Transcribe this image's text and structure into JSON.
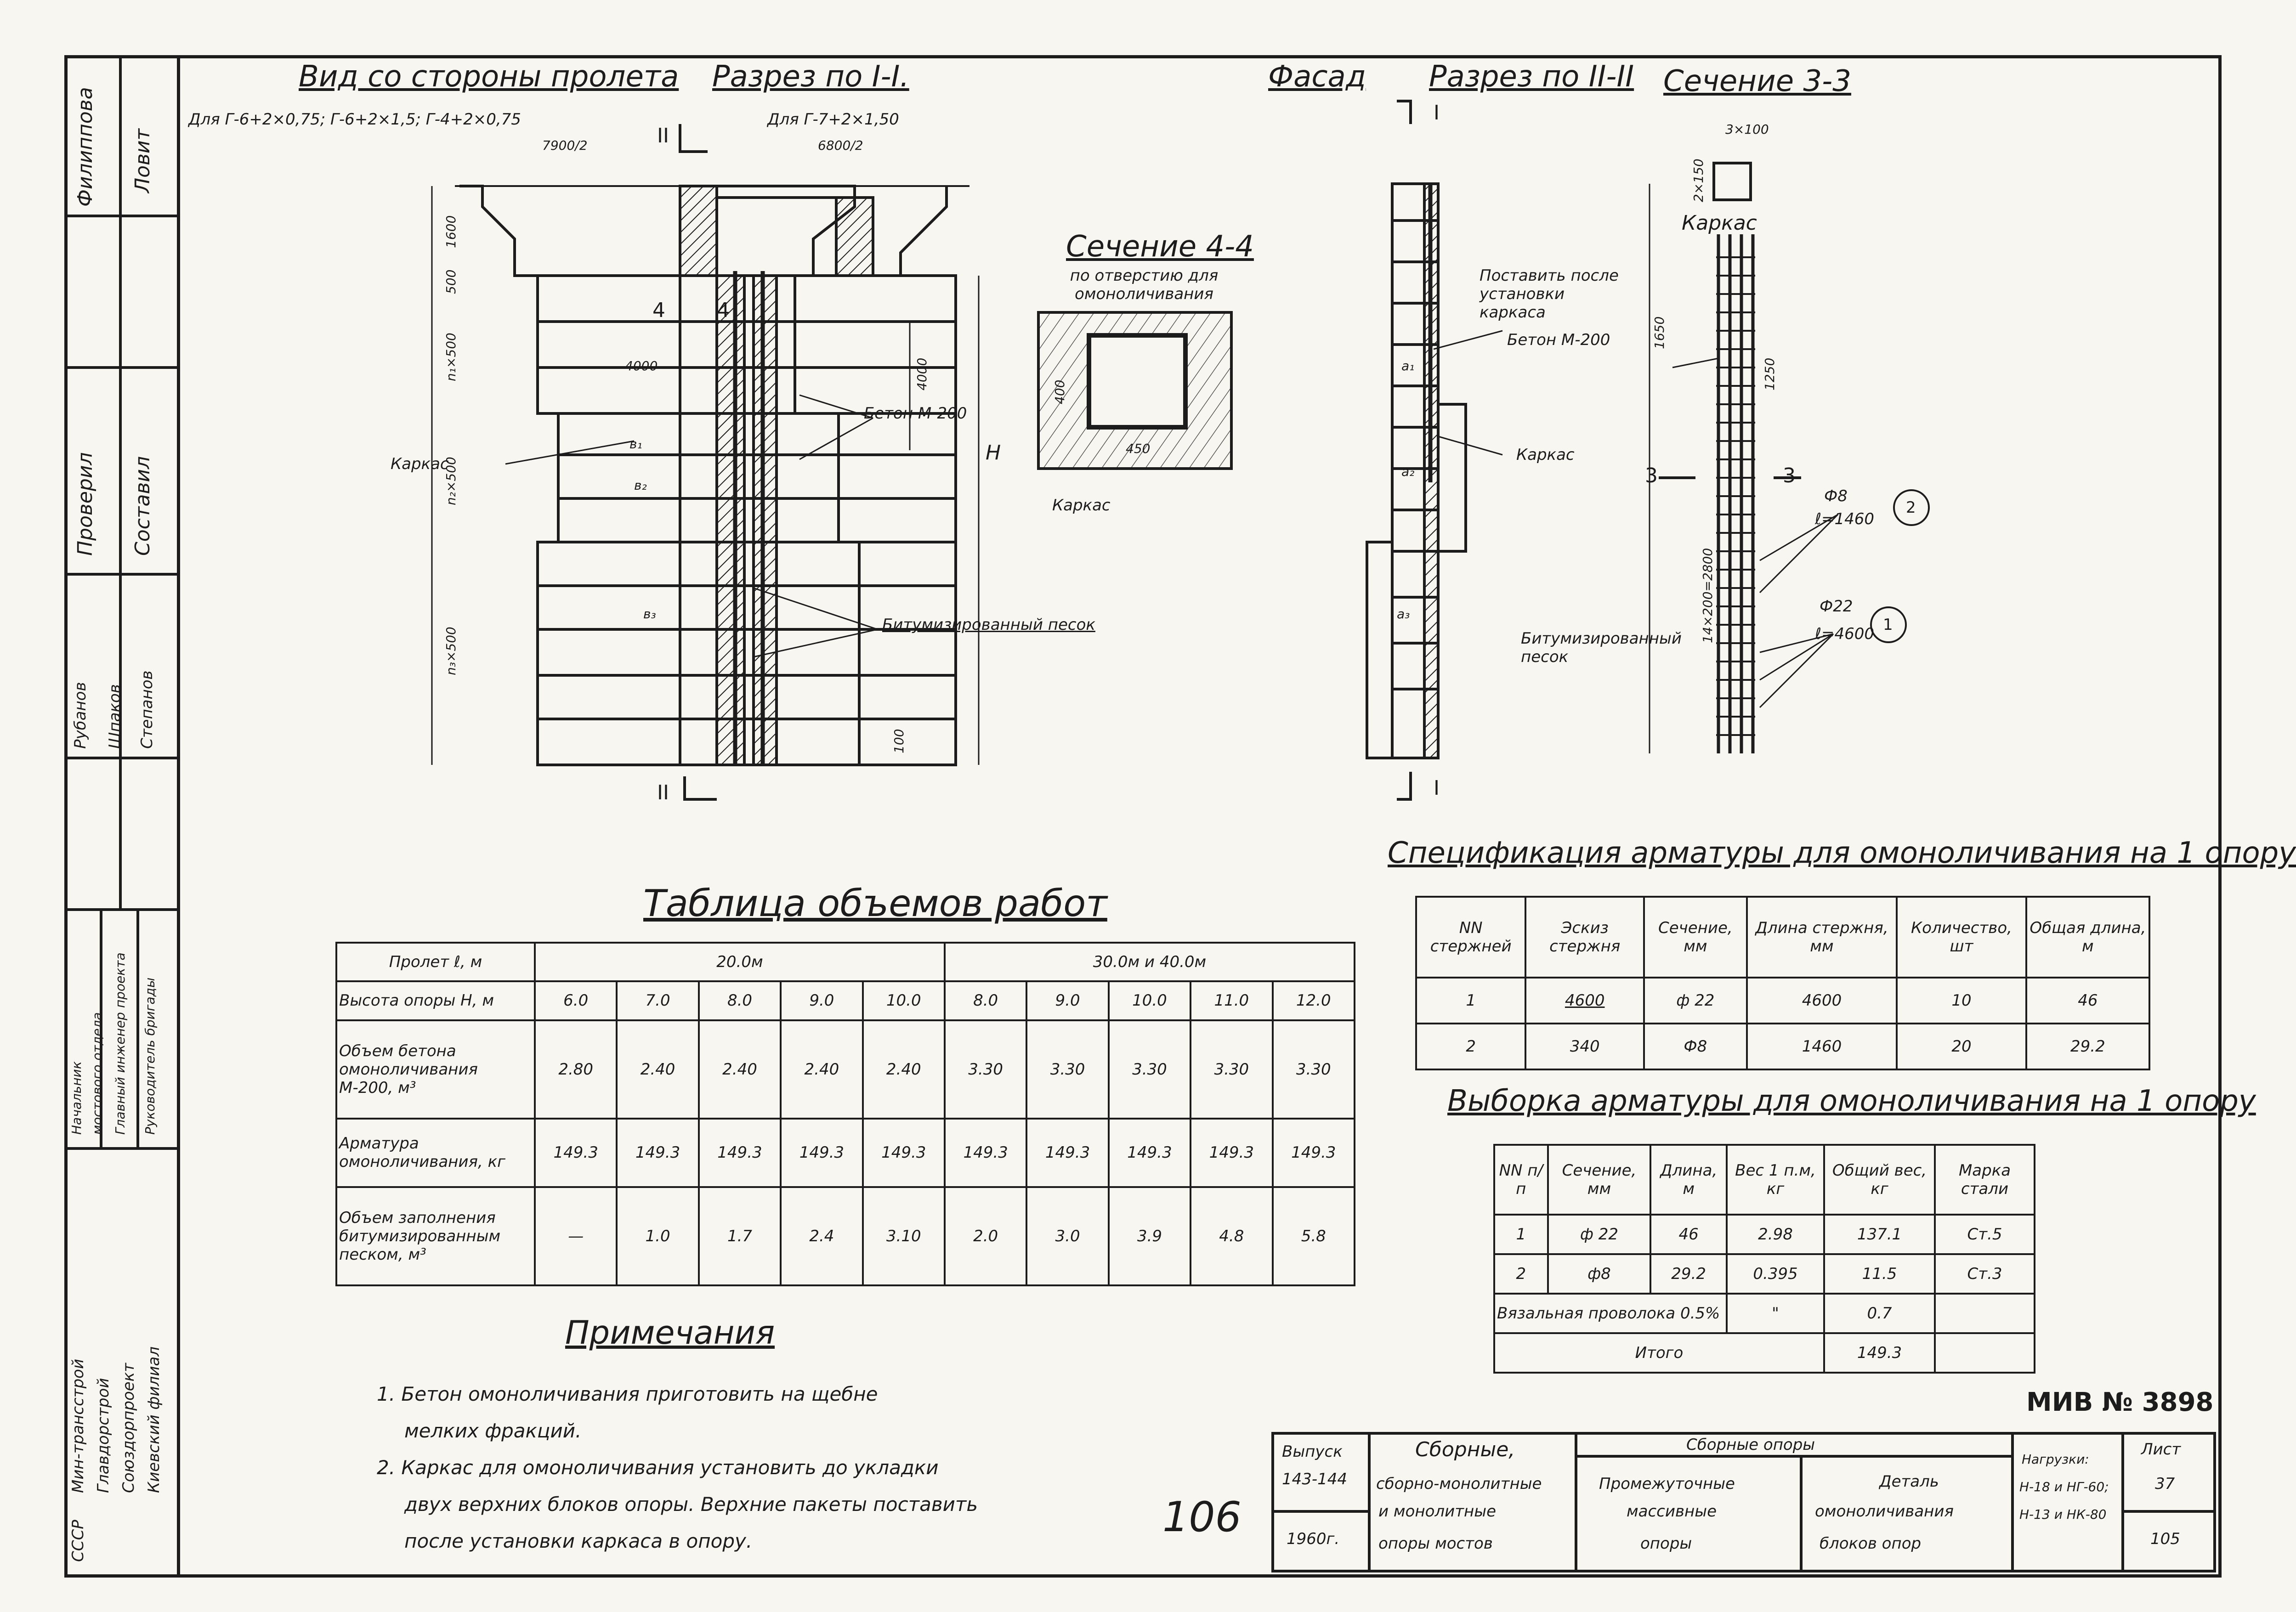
{
  "stamp": "МИВ № 3898",
  "sheet_handwritten": "106",
  "views": {
    "span_view": "Вид со стороны пролета",
    "span_view_note": "Для Г-6+2×0,75; Г-6+2×1,5; Г-4+2×0,75",
    "section_1": "Разрез по I-I.",
    "section_1_note": "Для Г-7+2×1,50",
    "facade": "Фасад",
    "section_2": "Разрез по II-II",
    "section_3": "Сечение 3-3",
    "section_4": "Сечение 4-4",
    "section_4_sub": "по отверстию для омоноличивания"
  },
  "labels": {
    "karkas": "Каркас",
    "beton": "Бетон М-200",
    "bitum_sand": "Битумизированный песок",
    "install_note": "Поставить после установки каркаса",
    "marker_I": "I",
    "marker_II": "II",
    "marker_3": "3",
    "marker_4": "4"
  },
  "dims": {
    "d1600": "1600",
    "d500": "500",
    "n1": "n₁×500",
    "n2": "n₂×500",
    "n3": "n₃×500",
    "d4000a": "4000",
    "d4000b": "4000",
    "H": "H",
    "d100": "100",
    "b1": "в₁",
    "b2": "в₂",
    "b3": "в₃",
    "a1": "a₁",
    "a2": "a₂",
    "a3": "a₃",
    "d400": "400",
    "d450": "450",
    "d7900": "7900/2",
    "d6800": "6800/2",
    "bar2": "Ф8",
    "bar2_len": "ℓ=1460",
    "bar1": "Ф22",
    "bar1_len": "ℓ=4600",
    "tag1": "1",
    "tag2": "2",
    "k3x100": "3×100",
    "k2x150": "2×150",
    "k1650": "1650",
    "k1250": "1250",
    "k14x200": "14×200=2800"
  },
  "volumes": {
    "title": "Таблица объемов работ",
    "span_header": "Пролет ℓ, м",
    "span_groups": [
      "20.0м",
      "30.0м и 40.0м"
    ],
    "rows": [
      {
        "label": "Высота опоры H, м",
        "values": [
          "6.0",
          "7.0",
          "8.0",
          "9.0",
          "10.0",
          "8.0",
          "9.0",
          "10.0",
          "11.0",
          "12.0"
        ]
      },
      {
        "label": "Объем бетона омоноличивания М-200, м³",
        "values": [
          "2.80",
          "2.40",
          "2.40",
          "2.40",
          "2.40",
          "3.30",
          "3.30",
          "3.30",
          "3.30",
          "3.30"
        ]
      },
      {
        "label": "Арматура омоноличивания, кг",
        "values": [
          "149.3",
          "149.3",
          "149.3",
          "149.3",
          "149.3",
          "149.3",
          "149.3",
          "149.3",
          "149.3",
          "149.3"
        ]
      },
      {
        "label": "Объем заполнения битумизированным песком, м³",
        "values": [
          "—",
          "1.0",
          "1.7",
          "2.4",
          "3.10",
          "2.0",
          "3.0",
          "3.9",
          "4.8",
          "5.8"
        ]
      }
    ]
  },
  "spec": {
    "title": "Спецификация арматуры для омоноличивания на 1 опору",
    "headers": [
      "NN стержней",
      "Эскиз стержня",
      "Сечение, мм",
      "Длина стержня, мм",
      "Количество, шт",
      "Общая длина, м"
    ],
    "rows": [
      {
        "no": "1",
        "sketch": "4600",
        "section": "ф 22",
        "length": "4600",
        "count": "10",
        "total": "46"
      },
      {
        "no": "2",
        "sketch": "340",
        "section": "Ф8",
        "length": "1460",
        "count": "20",
        "total": "29.2"
      }
    ]
  },
  "selection": {
    "title": "Выборка арматуры для омоноличивания на 1 опору",
    "headers": [
      "NN п/п",
      "Сечение, мм",
      "Длина, м",
      "Вес 1 п.м, кг",
      "Общий вес, кг",
      "Марка стали"
    ],
    "rows": [
      {
        "no": "1",
        "section": "ф 22",
        "length": "46",
        "unit": "2.98",
        "total": "137.1",
        "steel": "Ст.5"
      },
      {
        "no": "2",
        "section": "ф8",
        "length": "29.2",
        "unit": "0.395",
        "total": "11.5",
        "steel": "Ст.3"
      }
    ],
    "wire": "Вязальная проволока 0.5%",
    "wire_mark": "\"",
    "wire_value": "0.7",
    "total_label": "Итого",
    "total_value": "149.3"
  },
  "notes": {
    "title": "Примечания",
    "items": [
      "1. Бетон омоноличивания приготовить на щебне",
      "мелких фракций.",
      "2. Каркас для омоноличивания установить до укладки",
      "двух верхних блоков опоры. Верхние пакеты поставить",
      "после установки каркаса в опору."
    ]
  },
  "title_block": {
    "issue_label": "Выпуск",
    "issue_value": "143-144",
    "year": "1960г.",
    "series": [
      "Сборные,",
      "сборно-монолитные",
      "и монолитные",
      "опоры мостов"
    ],
    "group": "Сборные опоры",
    "type": [
      "Промежуточные",
      "массивные",
      "опоры"
    ],
    "detail": [
      "Деталь",
      "омоноличивания",
      "блоков опор"
    ],
    "loads": [
      "Нагрузки:",
      "Н-18 и НГ-60;",
      "Н-13 и НК-80"
    ],
    "sheet_label": "Лист",
    "sheet_value": "37",
    "sheet_sub": "105"
  },
  "left_strip": {
    "roles": [
      "Филиппова",
      "Ловит",
      "Проверил",
      "Составил",
      "Рубанов",
      "Шпаков",
      "Степанов"
    ],
    "chief": [
      "Начальник",
      "мостового отдела",
      "Главный инженер проекта",
      "Руководитель бригады"
    ],
    "org": [
      "СССР",
      "Мин-трансстрой",
      "Главдорстрой",
      "Союздорпроект",
      "Киевский филиал"
    ]
  }
}
